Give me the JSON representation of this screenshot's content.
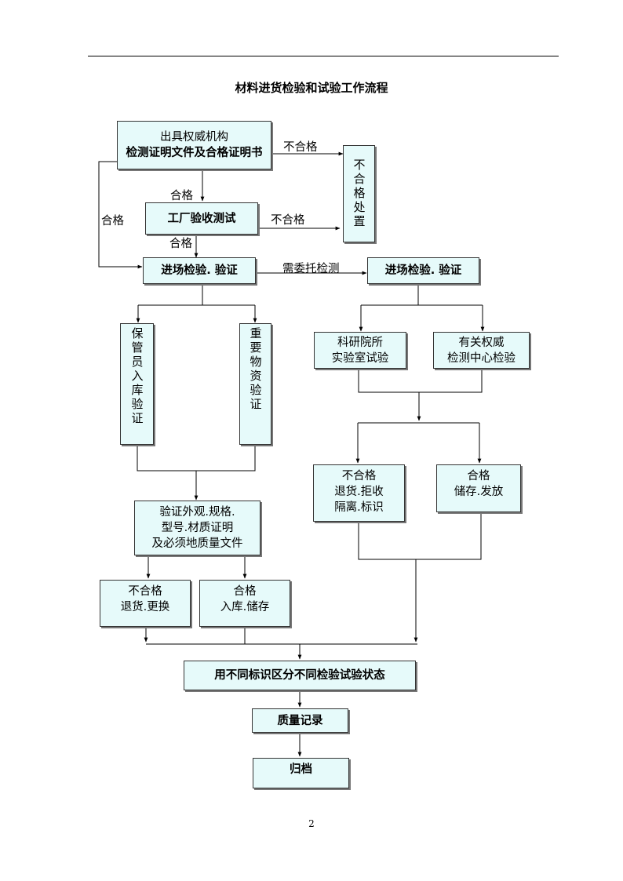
{
  "title": "材料进货检验和试验工作流程",
  "boxes": {
    "authority_docs": {
      "line1": "出具权威机构",
      "line2": "检测证明文件及合格证明书"
    },
    "unqualified_handling": "不合格处置",
    "factory_test": "工厂验收测试",
    "entry_inspection_left": "进场检验. 验证",
    "entry_inspection_right": "进场检验. 验证",
    "keeper_inspection": "保管员入库验证",
    "key_material": "重要物资验证",
    "research_lab": {
      "line1": "科研院所",
      "line2": "实验室试验"
    },
    "authority_center": {
      "line1": "有关权威",
      "line2": "检测中心检验"
    },
    "right_unqualified": {
      "line1": "不合格",
      "line2": "退货.拒收",
      "line3": "隔离.标识"
    },
    "right_qualified": {
      "line1": "合格",
      "line2": "储存.发放"
    },
    "verify_appearance": {
      "line1": "验证外观.规格.",
      "line2": "型号.材质证明",
      "line3": "及必须地质量文件"
    },
    "left_unqualified": {
      "line1": "不合格",
      "line2": "退货.更换"
    },
    "left_qualified": {
      "line1": "合格",
      "line2": "入库.储存"
    },
    "status_marking": "用不同标识区分不同检验试验状态",
    "quality_record": "质量记录",
    "archive": "归档"
  },
  "labels": {
    "unqualified_1": "不合格",
    "qualified_1": "合格",
    "qualified_side": "合格",
    "unqualified_2": "不合格",
    "qualified_2": "合格",
    "entrust_test": "需委托检测"
  },
  "page_number": "2"
}
